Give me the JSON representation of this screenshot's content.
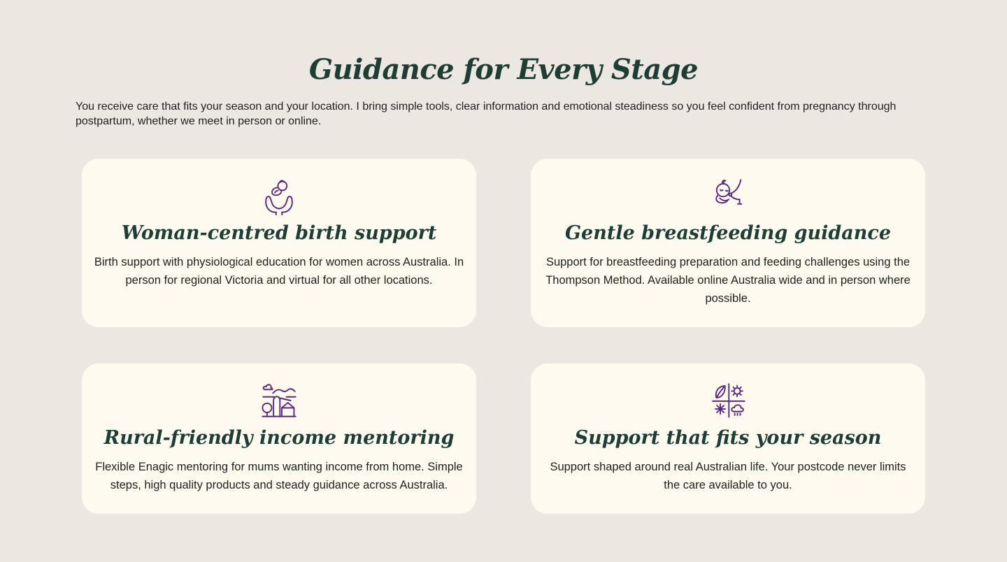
{
  "theme": {
    "page_bg": "#ECE7E1",
    "card_bg": "#FFFAF0",
    "heading_green": "#1E3D35",
    "body_text": "#1F1F1F",
    "icon_purple": "#5B2A7D"
  },
  "section": {
    "title": "Guidance for Every Stage",
    "intro": "You receive care that fits your season and your location. I bring simple tools, clear information and emotional steadiness so you feel confident from pregnancy through postpartum, whether we meet in person or online."
  },
  "cards": [
    {
      "icon": "hands-cradling-baby-icon",
      "title": "Woman-centred birth support",
      "body": "Birth support with physiological education for women across Australia. In person for regional Victoria and virtual for all other locations."
    },
    {
      "icon": "breastfeeding-baby-icon",
      "title": "Gentle breastfeeding guidance",
      "body": "Support for breastfeeding preparation and feeding challenges using the Thompson Method. Available online Australia wide and in person where possible."
    },
    {
      "icon": "rural-landscape-icon",
      "title": "Rural-friendly income mentoring",
      "body": "Flexible Enagic mentoring for mums wanting income from home. Simple steps, high quality products and steady guidance across Australia."
    },
    {
      "icon": "four-seasons-icon",
      "title": "Support that fits your season",
      "body": "Support shaped around real Australian life. Your postcode never limits the care available to you."
    }
  ]
}
